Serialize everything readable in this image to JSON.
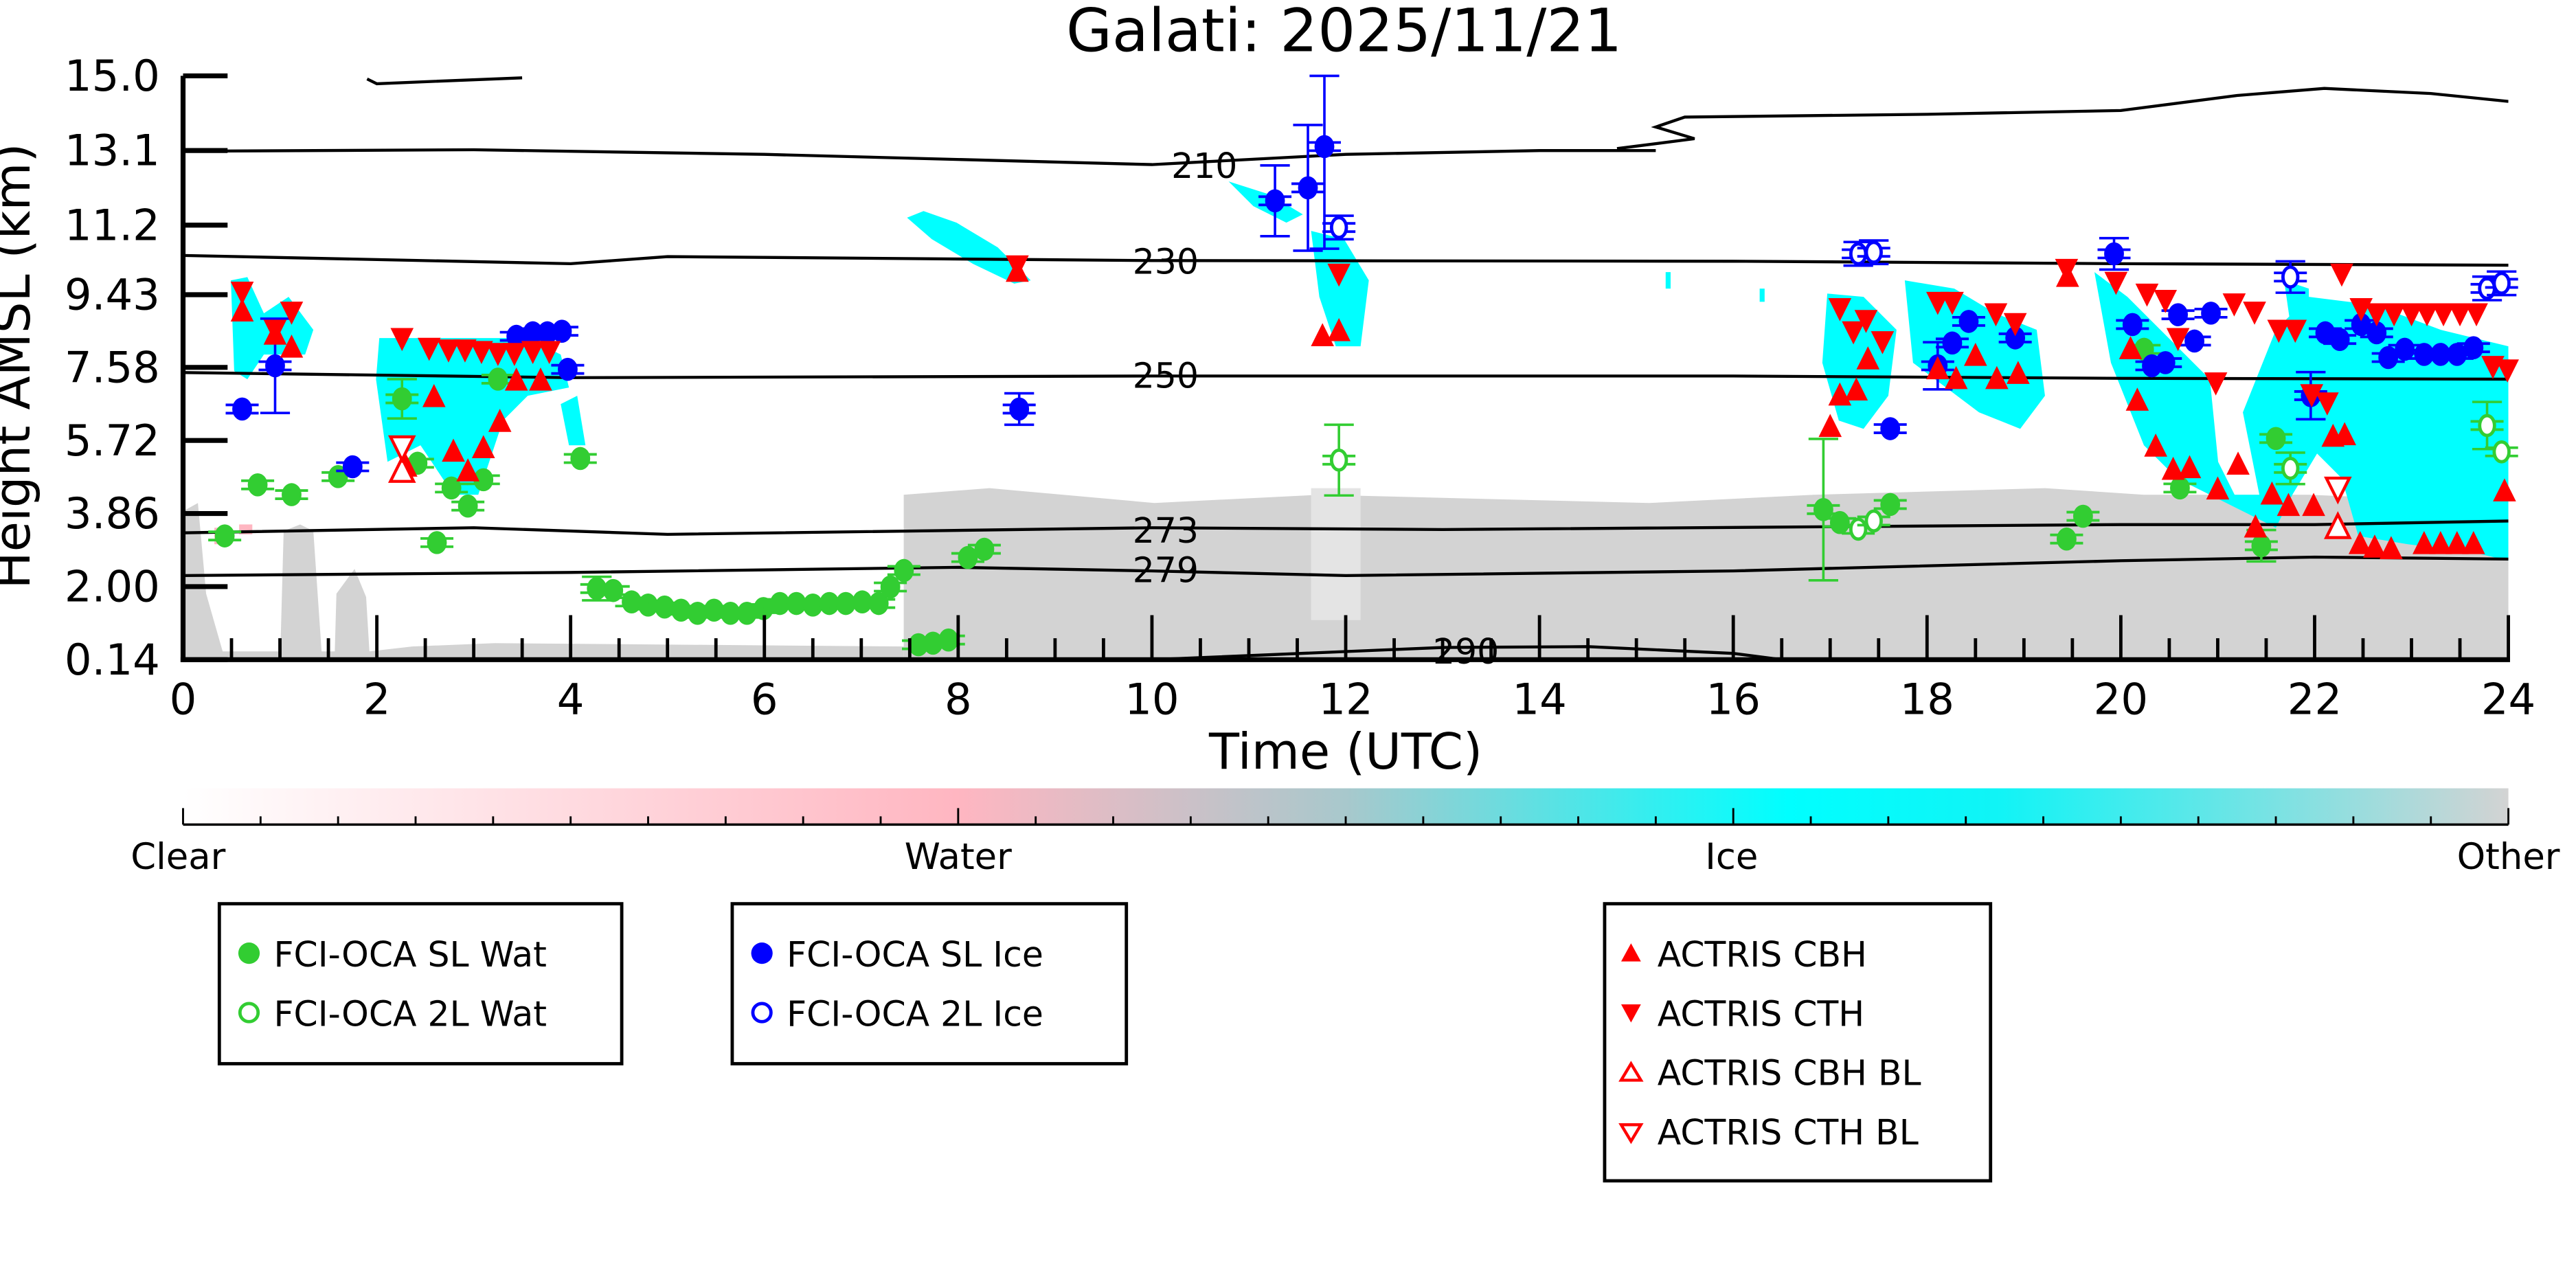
{
  "chart_data": {
    "type": "scatter",
    "title": "Galati: 2025/11/21",
    "xlabel": "Time (UTC)",
    "ylabel": "Height AMSL (km)",
    "xlim": [
      0,
      24
    ],
    "ylim": [
      0.14,
      15.0
    ],
    "x_ticks": [
      0,
      2,
      4,
      6,
      8,
      10,
      12,
      14,
      16,
      18,
      20,
      22,
      24
    ],
    "y_ticks": [
      "15.0",
      "13.1",
      "11.2",
      "9.43",
      "7.58",
      "5.72",
      "3.86",
      "2.00",
      "0.14"
    ],
    "y_tick_values": [
      15.0,
      13.1,
      11.2,
      9.43,
      7.58,
      5.72,
      3.86,
      2.0,
      0.14
    ],
    "grid": false,
    "colorbar": {
      "labels": [
        "Clear",
        "Water",
        "Ice",
        "Other"
      ],
      "colors": [
        "#ffffff",
        "#ffb6c1",
        "#00ffff",
        "#d3d3d3"
      ]
    },
    "isotherms": [
      {
        "label": "210",
        "label_at": [
          10.2,
          12.74
        ],
        "points": [
          [
            0,
            13.08
          ],
          [
            3,
            13.12
          ],
          [
            6,
            13.0
          ],
          [
            10,
            12.74
          ],
          [
            12,
            13.0
          ],
          [
            14,
            13.1
          ],
          [
            15.2,
            13.1
          ]
        ]
      },
      {
        "label": "230",
        "label_at": [
          9.8,
          10.3
        ],
        "points": [
          [
            0,
            10.43
          ],
          [
            4,
            10.22
          ],
          [
            5,
            10.4
          ],
          [
            10,
            10.3
          ],
          [
            16,
            10.28
          ],
          [
            20,
            10.22
          ],
          [
            24,
            10.18
          ]
        ]
      },
      {
        "label": "250",
        "label_at": [
          9.8,
          7.4
        ],
        "points": [
          [
            0,
            7.45
          ],
          [
            4,
            7.32
          ],
          [
            10,
            7.36
          ],
          [
            16,
            7.36
          ],
          [
            20,
            7.3
          ],
          [
            24,
            7.28
          ]
        ]
      },
      {
        "label": "273",
        "label_at": [
          9.8,
          3.45
        ],
        "points": [
          [
            0,
            3.37
          ],
          [
            3,
            3.5
          ],
          [
            5,
            3.33
          ],
          [
            10,
            3.5
          ],
          [
            13,
            3.45
          ],
          [
            20,
            3.58
          ],
          [
            22,
            3.58
          ],
          [
            24,
            3.67
          ]
        ]
      },
      {
        "label": "279",
        "label_at": [
          9.8,
          2.45
        ],
        "points": [
          [
            0,
            2.28
          ],
          [
            4,
            2.36
          ],
          [
            8,
            2.49
          ],
          [
            10,
            2.4
          ],
          [
            12,
            2.28
          ],
          [
            16,
            2.4
          ],
          [
            20,
            2.66
          ],
          [
            22,
            2.75
          ],
          [
            24,
            2.7
          ]
        ]
      },
      {
        "label": "290",
        "label_at": [
          12.9,
          0.38
        ],
        "points": [
          [
            10,
            0.14
          ],
          [
            13,
            0.45
          ],
          [
            14.5,
            0.47
          ],
          [
            16,
            0.3
          ],
          [
            16.5,
            0.14
          ]
        ]
      },
      {
        "label": "",
        "points": [
          [
            1.9,
            14.92
          ],
          [
            2.0,
            14.8
          ],
          [
            2.6,
            14.86
          ],
          [
            3.5,
            14.95
          ]
        ]
      },
      {
        "label": "",
        "points": [
          [
            14.8,
            13.15
          ],
          [
            15.6,
            13.4
          ],
          [
            15.2,
            13.7
          ],
          [
            15.5,
            13.95
          ],
          [
            18,
            14.02
          ],
          [
            20,
            14.12
          ],
          [
            21.2,
            14.5
          ],
          [
            22.1,
            14.68
          ],
          [
            23.2,
            14.55
          ],
          [
            24,
            14.35
          ]
        ]
      }
    ],
    "series": [
      {
        "name": "FCI-OCA SL Wat",
        "marker": "circle",
        "filled": true,
        "color": "#32cd32",
        "points": [
          [
            0.43,
            3.29
          ],
          [
            0.77,
            4.59
          ],
          [
            1.12,
            4.34
          ],
          [
            1.6,
            4.8
          ],
          [
            2.26,
            6.78,
            0.5
          ],
          [
            2.42,
            5.14
          ],
          [
            2.62,
            3.12
          ],
          [
            2.77,
            4.51
          ],
          [
            2.94,
            4.05
          ],
          [
            3.1,
            4.72
          ],
          [
            3.25,
            7.28
          ],
          [
            4.1,
            5.26
          ],
          [
            4.27,
            1.95,
            0.3
          ],
          [
            4.44,
            1.9
          ],
          [
            4.63,
            1.61
          ],
          [
            4.8,
            1.53
          ],
          [
            4.97,
            1.48
          ],
          [
            5.14,
            1.4
          ],
          [
            5.31,
            1.32
          ],
          [
            5.48,
            1.4
          ],
          [
            5.65,
            1.32
          ],
          [
            5.82,
            1.32
          ],
          [
            5.99,
            1.44
          ],
          [
            6.16,
            1.57
          ],
          [
            6.33,
            1.57
          ],
          [
            6.5,
            1.53
          ],
          [
            6.67,
            1.57
          ],
          [
            6.84,
            1.57
          ],
          [
            7.01,
            1.61
          ],
          [
            7.18,
            1.57
          ],
          [
            7.3,
            1.99
          ],
          [
            7.44,
            2.41
          ],
          [
            7.59,
            0.52
          ],
          [
            7.74,
            0.56
          ],
          [
            7.9,
            0.64
          ],
          [
            8.1,
            2.74
          ],
          [
            8.27,
            2.95
          ],
          [
            16.93,
            3.96,
            1.8
          ],
          [
            17.1,
            3.63
          ],
          [
            17.62,
            4.09
          ],
          [
            19.44,
            3.21
          ],
          [
            19.61,
            3.79
          ],
          [
            20.24,
            8.04
          ],
          [
            20.61,
            4.51
          ],
          [
            21.45,
            3.04,
            0.4
          ],
          [
            21.6,
            5.77
          ]
        ]
      },
      {
        "name": "FCI-OCA 2L Wat",
        "marker": "circle",
        "filled": false,
        "color": "#32cd32",
        "points": [
          [
            11.93,
            5.22,
            0.9
          ],
          [
            17.29,
            3.46
          ],
          [
            17.45,
            3.67
          ],
          [
            21.75,
            5.01,
            0.4
          ],
          [
            23.78,
            6.1,
            0.6
          ],
          [
            23.93,
            5.43
          ]
        ]
      },
      {
        "name": "FCI-OCA SL Ice",
        "marker": "circle",
        "filled": true,
        "color": "#0000ff",
        "points": [
          [
            0.61,
            6.52
          ],
          [
            0.95,
            7.62,
            1.2
          ],
          [
            1.75,
            5.05
          ],
          [
            3.44,
            8.37
          ],
          [
            3.61,
            8.46
          ],
          [
            3.76,
            8.46
          ],
          [
            3.91,
            8.5
          ],
          [
            3.97,
            7.53
          ],
          [
            8.63,
            6.52,
            0.4
          ],
          [
            11.27,
            11.82,
            0.9
          ],
          [
            11.61,
            12.15,
            1.6
          ],
          [
            11.78,
            13.2,
            2.6
          ],
          [
            17.62,
            6.02
          ],
          [
            18.11,
            7.62,
            0.6
          ],
          [
            18.26,
            8.2
          ],
          [
            18.43,
            8.75
          ],
          [
            18.91,
            8.33
          ],
          [
            19.93,
            10.47,
            0.4
          ],
          [
            20.12,
            8.67
          ],
          [
            20.32,
            7.62
          ],
          [
            20.46,
            7.7
          ],
          [
            20.59,
            8.92
          ],
          [
            20.93,
            8.96
          ],
          [
            20.76,
            8.25
          ],
          [
            21.96,
            6.86,
            0.6
          ],
          [
            22.11,
            8.46
          ],
          [
            22.26,
            8.29
          ],
          [
            22.48,
            8.67
          ],
          [
            22.64,
            8.46
          ],
          [
            22.76,
            7.83
          ],
          [
            22.93,
            8.04
          ],
          [
            23.13,
            7.91
          ],
          [
            23.3,
            7.91
          ],
          [
            23.47,
            7.91
          ],
          [
            23.64,
            8.08
          ]
        ]
      },
      {
        "name": "FCI-OCA 2L Ice",
        "marker": "circle",
        "filled": false,
        "color": "#0000ff",
        "points": [
          [
            11.93,
            11.14,
            0.3
          ],
          [
            17.29,
            10.47,
            0.3
          ],
          [
            17.45,
            10.51,
            0.3
          ],
          [
            21.75,
            9.88,
            0.4
          ],
          [
            23.78,
            9.59,
            0.3
          ],
          [
            23.93,
            9.72,
            0.3
          ]
        ]
      },
      {
        "name": "ACTRIS CBH",
        "marker": "triangle-up",
        "filled": true,
        "color": "#ff0000",
        "points": [
          [
            0.61,
            9.0
          ],
          [
            0.95,
            8.41
          ],
          [
            1.12,
            8.08
          ],
          [
            2.59,
            6.82
          ],
          [
            2.3,
            5.05
          ],
          [
            2.79,
            5.43
          ],
          [
            2.94,
            4.93
          ],
          [
            3.1,
            5.52
          ],
          [
            3.27,
            6.19
          ],
          [
            3.44,
            7.24
          ],
          [
            3.69,
            7.24
          ],
          [
            8.61,
            10.01
          ],
          [
            11.76,
            8.37
          ],
          [
            11.93,
            8.5
          ],
          [
            17.0,
            6.06
          ],
          [
            17.1,
            6.86
          ],
          [
            17.27,
            6.99
          ],
          [
            17.39,
            7.78
          ],
          [
            18.11,
            7.53
          ],
          [
            18.3,
            7.28
          ],
          [
            18.5,
            7.87
          ],
          [
            18.72,
            7.28
          ],
          [
            18.94,
            7.41
          ],
          [
            19.45,
            9.88
          ],
          [
            20.1,
            8.04
          ],
          [
            20.17,
            6.73
          ],
          [
            20.36,
            5.56
          ],
          [
            20.54,
            4.97
          ],
          [
            20.71,
            5.01
          ],
          [
            21.0,
            4.47
          ],
          [
            21.21,
            5.1
          ],
          [
            21.39,
            3.5
          ],
          [
            21.56,
            4.34
          ],
          [
            21.73,
            4.05
          ],
          [
            21.99,
            4.05
          ],
          [
            22.19,
            5.81
          ],
          [
            22.31,
            5.85
          ],
          [
            22.47,
            3.08
          ],
          [
            22.62,
            2.99
          ],
          [
            22.79,
            2.95
          ],
          [
            23.13,
            3.08
          ],
          [
            23.3,
            3.08
          ],
          [
            23.47,
            3.08
          ],
          [
            23.64,
            3.08
          ],
          [
            23.96,
            4.42
          ]
        ]
      },
      {
        "name": "ACTRIS CTH",
        "marker": "triangle-down",
        "filled": true,
        "color": "#ff0000",
        "points": [
          [
            0.61,
            9.51
          ],
          [
            0.95,
            8.54
          ],
          [
            1.12,
            9.0
          ],
          [
            2.26,
            8.33
          ],
          [
            2.54,
            8.08
          ],
          [
            2.74,
            8.04
          ],
          [
            2.91,
            8.04
          ],
          [
            3.08,
            8.0
          ],
          [
            3.25,
            7.95
          ],
          [
            3.42,
            7.95
          ],
          [
            3.61,
            8.0
          ],
          [
            3.78,
            8.0
          ],
          [
            8.61,
            10.18
          ],
          [
            11.93,
            9.97
          ],
          [
            17.1,
            9.09
          ],
          [
            17.24,
            8.5
          ],
          [
            17.37,
            8.79
          ],
          [
            17.54,
            8.25
          ],
          [
            18.11,
            9.25
          ],
          [
            18.26,
            9.25
          ],
          [
            18.71,
            8.96
          ],
          [
            18.91,
            8.71
          ],
          [
            19.44,
            10.09
          ],
          [
            19.95,
            9.76
          ],
          [
            20.27,
            9.46
          ],
          [
            20.46,
            9.3
          ],
          [
            20.59,
            8.33
          ],
          [
            20.98,
            7.2
          ],
          [
            21.17,
            9.21
          ],
          [
            21.38,
            9.0
          ],
          [
            21.63,
            8.54
          ],
          [
            21.8,
            8.54
          ],
          [
            21.97,
            6.9
          ],
          [
            22.13,
            6.69
          ],
          [
            22.28,
            9.97
          ],
          [
            22.48,
            9.09
          ],
          [
            22.64,
            8.96
          ],
          [
            22.82,
            8.96
          ],
          [
            23.0,
            8.96
          ],
          [
            23.16,
            8.96
          ],
          [
            23.33,
            8.96
          ],
          [
            23.5,
            8.96
          ],
          [
            23.67,
            8.96
          ],
          [
            23.84,
            7.62
          ],
          [
            23.99,
            7.53
          ]
        ]
      },
      {
        "name": "ACTRIS CBH BL",
        "marker": "triangle-up",
        "filled": false,
        "color": "#ff0000",
        "points": [
          [
            2.26,
            4.93
          ],
          [
            22.24,
            3.5
          ]
        ]
      },
      {
        "name": "ACTRIS CTH BL",
        "marker": "triangle-down",
        "filled": false,
        "color": "#ff0000",
        "points": [
          [
            2.26,
            5.56
          ],
          [
            22.24,
            4.51
          ]
        ]
      }
    ]
  }
}
